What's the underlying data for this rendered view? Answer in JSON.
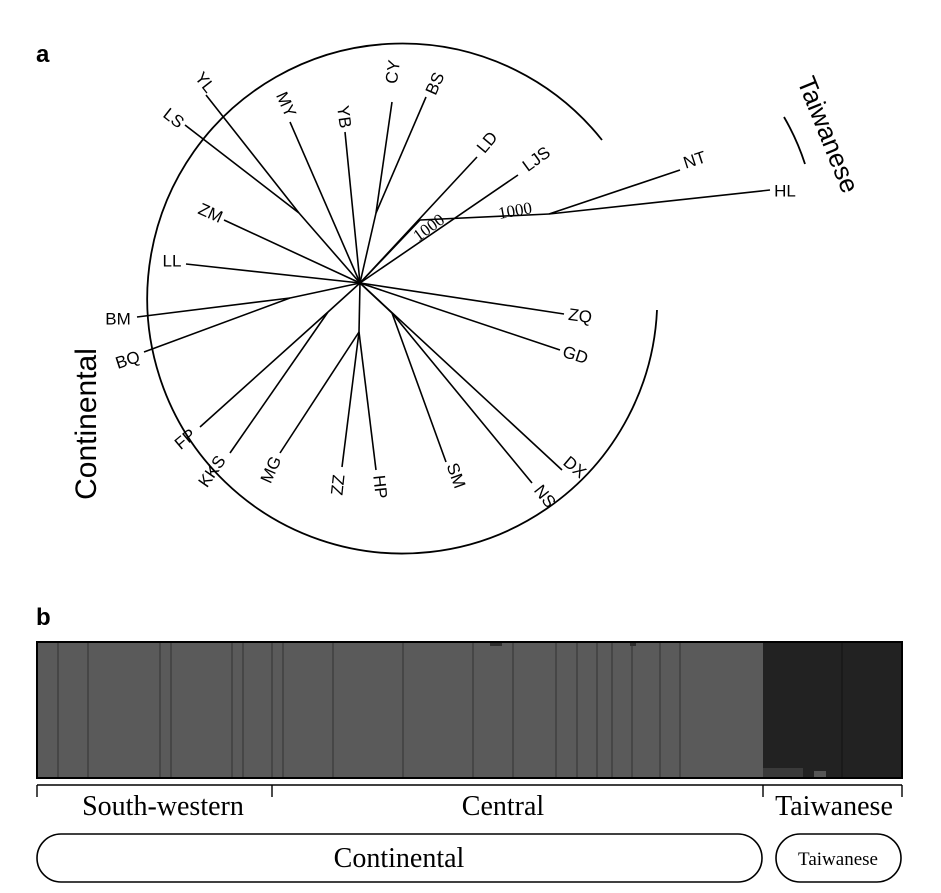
{
  "panel_a": {
    "label": "a",
    "group_labels": {
      "continental": "Continental",
      "taiwanese": "Taiwanese"
    },
    "bootstrap_labels": [
      "1000",
      "1000"
    ],
    "taxa": [
      "YL",
      "MY",
      "YB",
      "CY",
      "BS",
      "LS",
      "LD",
      "LJS",
      "ZM",
      "LL",
      "BM",
      "BQ",
      "FP",
      "KKS",
      "MG",
      "ZZ",
      "HP",
      "SM",
      "NS",
      "DX",
      "GD",
      "ZQ",
      "NT",
      "HL"
    ]
  },
  "panel_b": {
    "label": "b",
    "regions": [
      "South-western",
      "Central",
      "Taiwanese"
    ],
    "groups": [
      "Continental",
      "Taiwanese"
    ],
    "colors": {
      "continental": "#5a5a5a",
      "taiwanese": "#222222"
    }
  }
}
